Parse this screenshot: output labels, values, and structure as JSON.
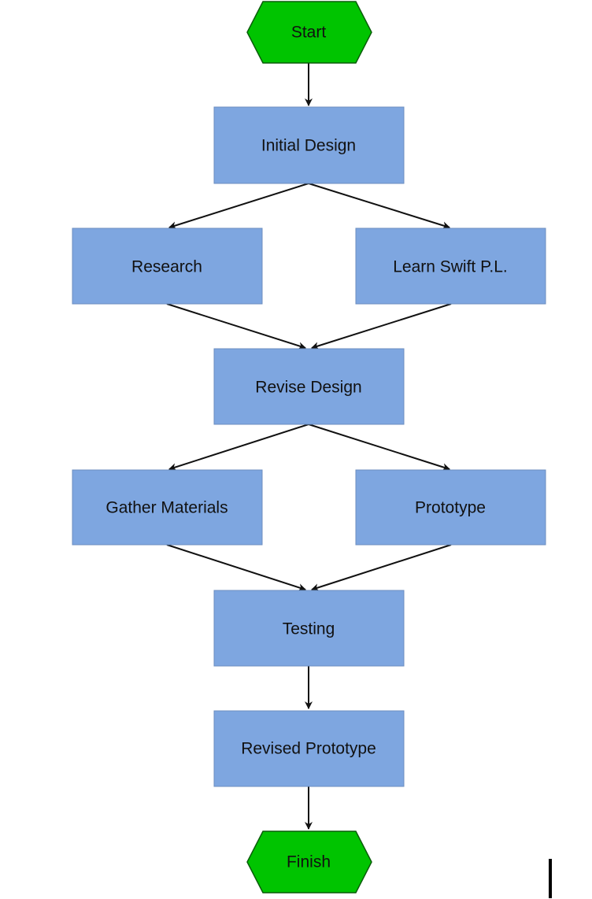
{
  "colors": {
    "process_fill": "#7ea6e0",
    "process_stroke": "#6c8ebf",
    "terminal_fill": "#00c400",
    "terminal_stroke": "#0a5c0a",
    "edge": "#111111"
  },
  "nodes": {
    "start": {
      "label": "Start",
      "shape": "hexagon"
    },
    "initial_design": {
      "label": "Initial Design",
      "shape": "rectangle"
    },
    "research": {
      "label": "Research",
      "shape": "rectangle"
    },
    "learn_swift": {
      "label": "Learn Swift P.L.",
      "shape": "rectangle"
    },
    "revise_design": {
      "label": "Revise Design",
      "shape": "rectangle"
    },
    "gather_materials": {
      "label": "Gather Materials",
      "shape": "rectangle"
    },
    "prototype": {
      "label": "Prototype",
      "shape": "rectangle"
    },
    "testing": {
      "label": "Testing",
      "shape": "rectangle"
    },
    "revised_prototype": {
      "label": "Revised Prototype",
      "shape": "rectangle"
    },
    "finish": {
      "label": "Finish",
      "shape": "hexagon"
    }
  },
  "edges": [
    {
      "from": "start",
      "to": "initial_design"
    },
    {
      "from": "initial_design",
      "to": "research"
    },
    {
      "from": "initial_design",
      "to": "learn_swift"
    },
    {
      "from": "research",
      "to": "revise_design"
    },
    {
      "from": "learn_swift",
      "to": "revise_design"
    },
    {
      "from": "revise_design",
      "to": "gather_materials"
    },
    {
      "from": "revise_design",
      "to": "prototype"
    },
    {
      "from": "gather_materials",
      "to": "testing"
    },
    {
      "from": "prototype",
      "to": "testing"
    },
    {
      "from": "testing",
      "to": "revised_prototype"
    },
    {
      "from": "revised_prototype",
      "to": "finish"
    }
  ]
}
